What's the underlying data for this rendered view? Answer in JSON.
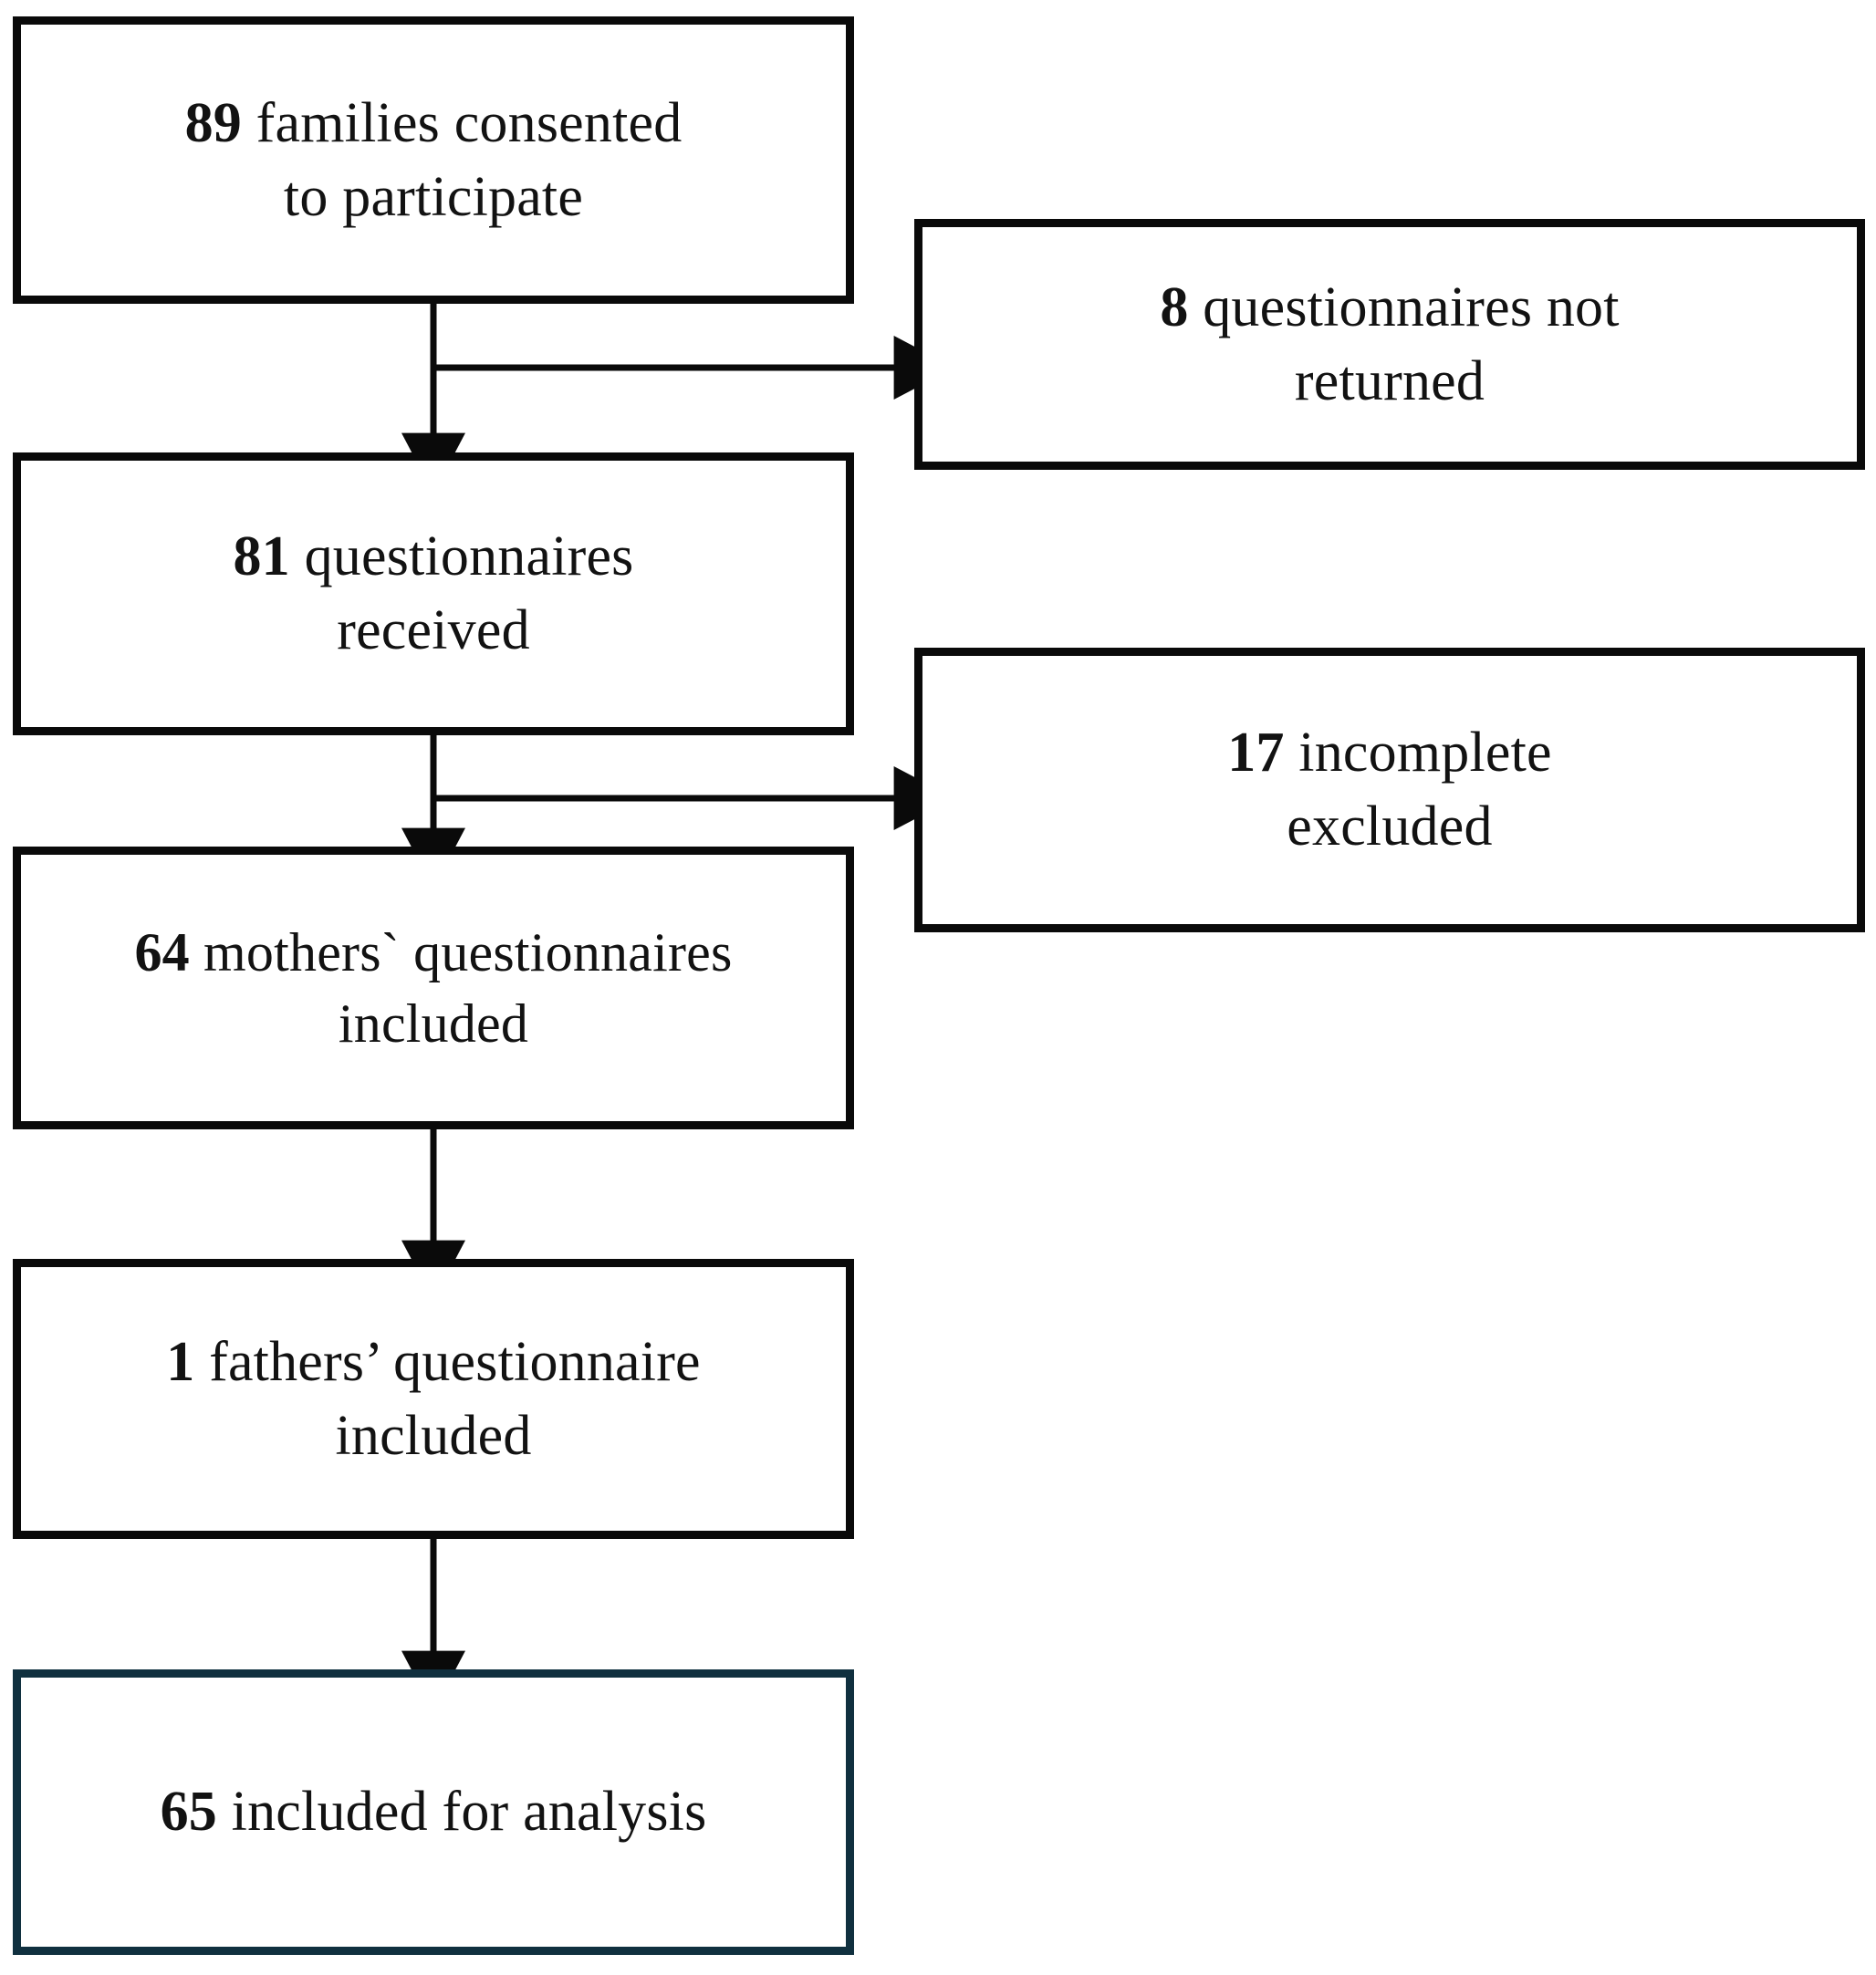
{
  "figure": {
    "type": "participant-flow-diagram",
    "background": "#ffffff",
    "line_color": "#0a0a0a",
    "accent_border_color": "#10303f"
  },
  "nodes": {
    "consented": {
      "id": "consented",
      "count": "89",
      "label": "89 families consented\nto participate",
      "column": "left"
    },
    "received": {
      "id": "received",
      "count": "81",
      "label": "81 questionnaires\nreceived",
      "column": "left"
    },
    "mothers_included": {
      "id": "mothers_included",
      "count": "64",
      "label": "64 mothers` questionnaires\nincluded",
      "column": "left"
    },
    "fathers_included": {
      "id": "fathers_included",
      "count": "1",
      "label": "1 fathers’ questionnaire\nincluded",
      "column": "left"
    },
    "analysis": {
      "id": "analysis",
      "count": "65",
      "label": "65 included for analysis",
      "column": "left"
    },
    "not_returned": {
      "id": "not_returned",
      "count": "8",
      "label": "8 questionnaires  not\nreturned",
      "column": "right"
    },
    "incomplete_excluded": {
      "id": "incomplete_excluded",
      "count": "17",
      "label": "17 incomplete\nexcluded",
      "column": "right"
    }
  },
  "edges": [
    {
      "from": "consented",
      "to": "received",
      "kind": "vertical-arrow"
    },
    {
      "from": "consented",
      "to": "not_returned",
      "kind": "branch-right-arrow"
    },
    {
      "from": "received",
      "to": "mothers_included",
      "kind": "vertical-arrow"
    },
    {
      "from": "received",
      "to": "incomplete_excluded",
      "kind": "branch-right-arrow"
    },
    {
      "from": "mothers_included",
      "to": "fathers_included",
      "kind": "vertical-arrow"
    },
    {
      "from": "fathers_included",
      "to": "analysis",
      "kind": "vertical-arrow"
    }
  ]
}
